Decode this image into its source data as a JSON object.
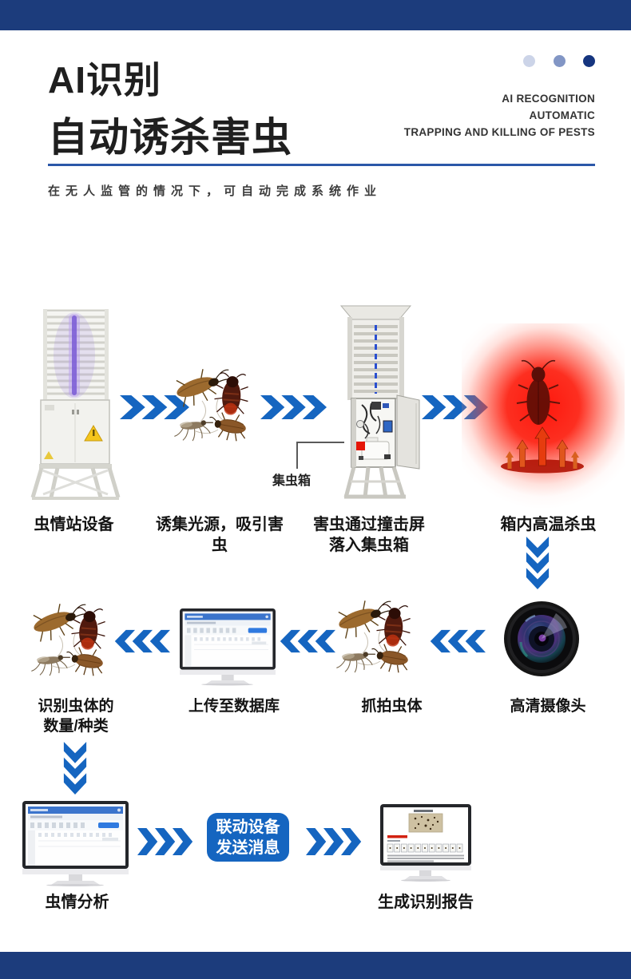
{
  "page": {
    "background": "#ffffff",
    "accent_blue": "#1565c0",
    "navy_bar": "#1c3c7c",
    "divider_blue": "#2b57a8",
    "glow_red": "#fd1405",
    "dot_colors": [
      "#ccd4e8",
      "#8296c5",
      "#16357f"
    ]
  },
  "header": {
    "title_line1": "AI识别",
    "title_line2": "自动诱杀害虫",
    "english_lines": [
      "AI RECOGNITION",
      "AUTOMATIC",
      "TRAPPING AND KILLING OF PESTS"
    ],
    "subtitle": "在无人监管的情况下，可自动完成系统作业"
  },
  "flow": {
    "row1": {
      "step1_label": "虫情站设备",
      "step2_label": "诱集光源，吸引害虫",
      "step3_label_line1": "害虫通过撞击屏",
      "step3_label_line2": "落入集虫箱",
      "step3_annotation": "集虫箱",
      "step4_label": "箱内高温杀虫"
    },
    "row2": {
      "camera_label": "高清摄像头",
      "capture_label": "抓拍虫体",
      "upload_label": "上传至数据库",
      "identify_label_line1": "识别虫体的",
      "identify_label_line2": "数量/种类"
    },
    "row3": {
      "analysis_label": "虫情分析",
      "badge_line1": "联动设备",
      "badge_line2": "发送消息",
      "report_label": "生成识别报告"
    }
  }
}
